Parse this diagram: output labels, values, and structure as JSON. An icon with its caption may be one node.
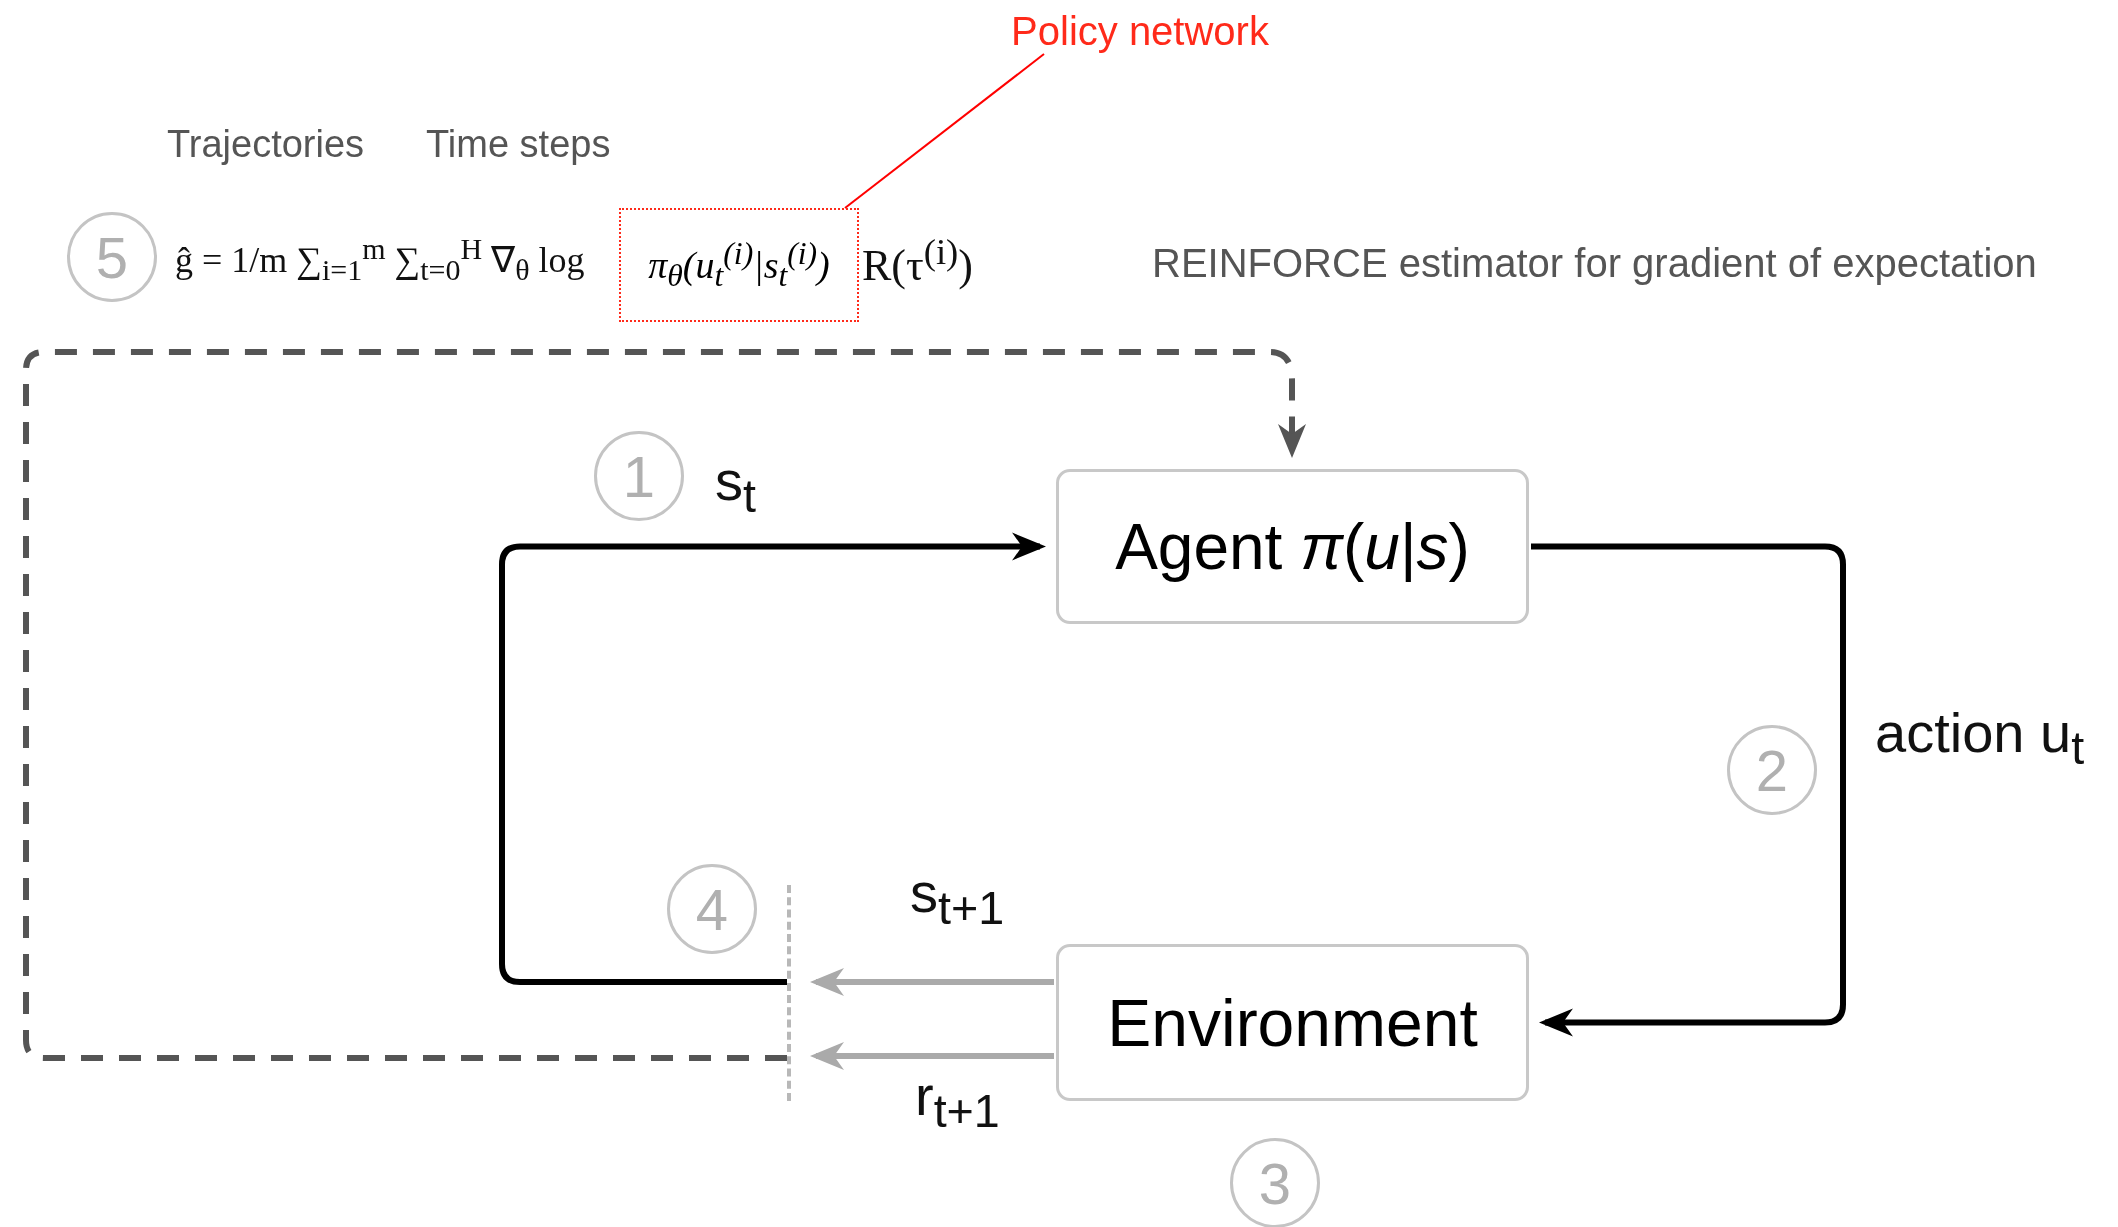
{
  "diagram": {
    "nodes": [
      {
        "text": [
          "Policy network"
        ]
      },
      {
        "text": [
          "5"
        ]
      },
      {
        "text": [
          "π$_{θ}$(u$_{t}$$^{(i)}$|s$_{t}$$^{(i)}$)"
        ]
      },
      {
        "text": [
          "1"
        ]
      },
      {
        "text": [
          "Agent *π*(*u*|*s*)"
        ]
      },
      {
        "text": [
          "2"
        ]
      },
      {
        "text": [
          "4"
        ]
      },
      {
        "text": [],
        "shape": "bar"
      },
      {
        "text": [
          "Environment"
        ]
      },
      {
        "text": [
          "3"
        ]
      }
    ],
    "edges": [
      {
        "from": 0,
        "to": 2,
        "arrow": "none",
        "color": "#ff0000"
      },
      {
        "from": 4,
        "to": 8,
        "arrow": "to",
        "label": "action u$_{t}$"
      },
      {
        "from": 8,
        "to": 7,
        "arrow": "to",
        "label": "s$_{t+1}$",
        "color": "#aaaaaa"
      },
      {
        "from": 8,
        "to": 7,
        "arrow": "to",
        "label": "r$_{t+1}$",
        "color": "#aaaaaa"
      },
      {
        "from": 7,
        "to": 4,
        "arrow": "to",
        "label": "s$_{t}$"
      },
      {
        "from": 7,
        "to": 4,
        "arrow": "to",
        "style": "dashed",
        "color": "#555555"
      }
    ],
    "labels": [
      "Trajectories",
      "Time steps",
      "ĝ = 1/m ∑$_{i=1}$$^{m}$ ∑$_{t=0}$$^{H}$ ∇$_{θ}$ log",
      "R(τ$^{(i)}$)",
      "REINFORCE estimator for gradient of expectation"
    ]
  }
}
